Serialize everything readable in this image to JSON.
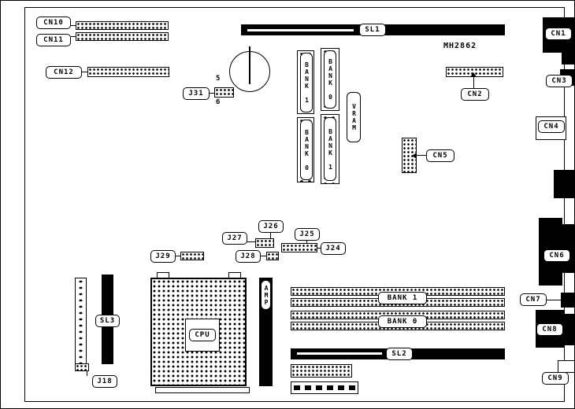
{
  "diagram": {
    "part_number": "MH2862",
    "labels": {
      "cn1": "CN1",
      "cn2": "CN2",
      "cn3": "CN3",
      "cn4": "CN4",
      "cn5": "CN5",
      "cn6": "CN6",
      "cn7": "CN7",
      "cn8": "CN8",
      "cn9": "CN9",
      "cn10": "CN10",
      "cn11": "CN11",
      "cn12": "CN12",
      "j18": "J18",
      "j24": "J24",
      "j25": "J25",
      "j26": "J26",
      "j27": "J27",
      "j28": "J28",
      "j29": "J29",
      "j31": "J31",
      "j31_pin5": "5",
      "j31_pin6": "6",
      "sl1": "SL1",
      "sl2": "SL2",
      "sl3": "SL3",
      "cpu": "CPU",
      "amp": "AMP",
      "vram": "VRAM",
      "vram_bank1_top": "BANK 1",
      "vram_bank0_top": "BANK 0",
      "vram_bank0_bottom": "BANK 0",
      "vram_bank1_bottom": "BANK 1",
      "mem_bank1": "BANK 1",
      "mem_bank0": "BANK 0"
    }
  }
}
